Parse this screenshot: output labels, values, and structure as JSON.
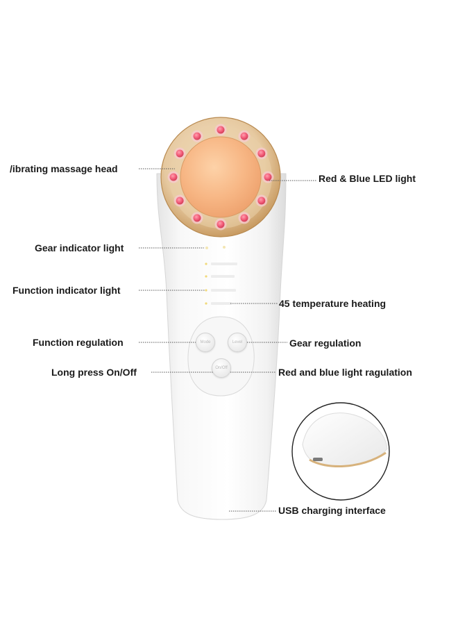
{
  "callouts": {
    "vibrating_head": "/ibrating massage head",
    "led_light": "Red & Blue LED light",
    "gear_indicator": "Gear indicator light",
    "function_indicator": "Function indicator light",
    "temperature": "45 temperature heating",
    "function_regulation": "Function regulation",
    "gear_regulation": "Gear regulation",
    "long_press": "Long press On/Off",
    "light_regulation": "Red and blue light ragulation",
    "usb": "USB charging interface"
  },
  "device_buttons": {
    "left": "Mode",
    "right": "Level",
    "bottom": "On/Off"
  },
  "colors": {
    "gold_ring": "#d9b98a",
    "head_center": "#f5b486",
    "led_pink": "#f0607a",
    "body_white": "#ffffff",
    "leader_line": "#555555"
  }
}
